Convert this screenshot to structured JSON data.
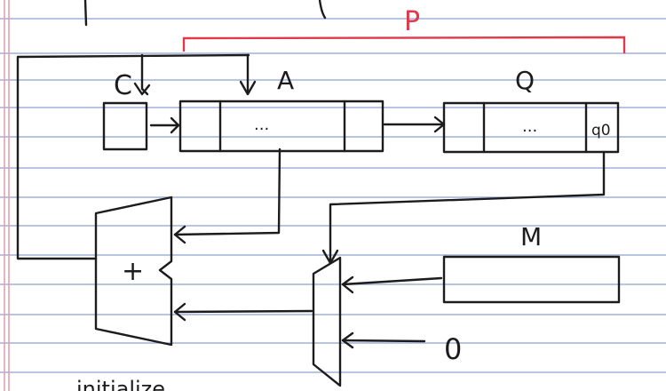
{
  "diagram": {
    "bracket_label": "P",
    "register_c": "C",
    "register_a": "A",
    "register_q": "Q",
    "register_m": "M",
    "dots_a": "...",
    "dots_q": "...",
    "q0": "q0",
    "adder_sign": "+",
    "mux_zero_input": "0",
    "bottom_note": "initialize"
  },
  "colors": {
    "ink": "#1c1c1c",
    "bracket": "#e0394b",
    "rule_lines": "#9fb2da",
    "margin_line": "#e7a0ad",
    "paper": "#ffffff"
  }
}
